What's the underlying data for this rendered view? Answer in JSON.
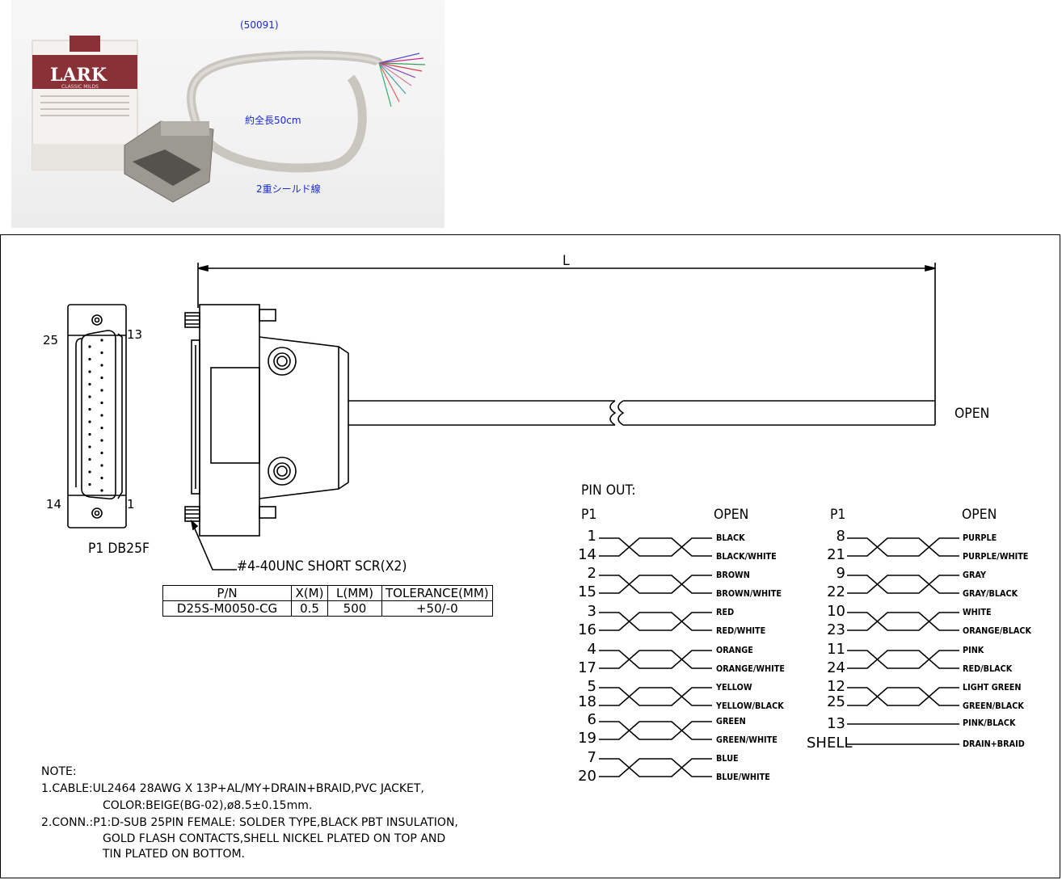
{
  "photo": {
    "part_code": "(50091)",
    "length_note": "約全長50cm",
    "shield_note": "2重シールド線",
    "box_brand": "LARK",
    "box_subtitle": "CLASSIC MILDS"
  },
  "drawing": {
    "length_label": "L",
    "open_label": "OPEN",
    "connector_title": "P1  DB25F",
    "pin_top_left": "25",
    "pin_top_right": "13",
    "pin_bottom_left": "14",
    "pin_bottom_right": "1",
    "screw_note": "#4-40UNC SHORT SCR(X2)"
  },
  "part_table": {
    "headers": [
      "P/N",
      "X(M)",
      "L(MM)",
      "TOLERANCE(MM)"
    ],
    "row": [
      "D25S-M0050-CG",
      "0.5",
      "500",
      "+50/-0"
    ]
  },
  "pinout": {
    "title": "PIN OUT:",
    "col_p1": "P1",
    "col_open": "OPEN",
    "left_pairs": [
      {
        "a": "1",
        "b": "14",
        "ca": "BLACK",
        "cb": "BLACK/WHITE"
      },
      {
        "a": "2",
        "b": "15",
        "ca": "BROWN",
        "cb": "BROWN/WHITE"
      },
      {
        "a": "3",
        "b": "16",
        "ca": "RED",
        "cb": "RED/WHITE"
      },
      {
        "a": "4",
        "b": "17",
        "ca": "ORANGE",
        "cb": "ORANGE/WHITE"
      },
      {
        "a": "5",
        "b": "18",
        "ca": "YELLOW",
        "cb": "YELLOW/BLACK"
      },
      {
        "a": "6",
        "b": "19",
        "ca": "GREEN",
        "cb": "GREEN/WHITE"
      },
      {
        "a": "7",
        "b": "20",
        "ca": "BLUE",
        "cb": "BLUE/WHITE"
      }
    ],
    "right_pairs": [
      {
        "a": "8",
        "b": "21",
        "ca": "PURPLE",
        "cb": "PURPLE/WHITE"
      },
      {
        "a": "9",
        "b": "22",
        "ca": "GRAY",
        "cb": "GRAY/BLACK"
      },
      {
        "a": "10",
        "b": "23",
        "ca": "WHITE",
        "cb": "ORANGE/BLACK"
      },
      {
        "a": "11",
        "b": "24",
        "ca": "PINK",
        "cb": "RED/BLACK"
      },
      {
        "a": "12",
        "b": "25",
        "ca": "LIGHT GREEN",
        "cb": "GREEN/BLACK"
      }
    ],
    "singles": [
      {
        "pin": "13",
        "color": "PINK/BLACK"
      },
      {
        "pin": "SHELL",
        "color": "DRAIN+BRAID"
      }
    ]
  },
  "notes": {
    "title": "NOTE:",
    "line1": "1.CABLE:UL2464 28AWG X 13P+AL/MY+DRAIN+BRAID,PVC JACKET,",
    "line2": "COLOR:BEIGE(BG-02),ø8.5±0.15mm.",
    "line3": "2.CONN.:P1:D-SUB 25PIN FEMALE: SOLDER TYPE,BLACK PBT INSULATION,",
    "line4": "GOLD FLASH CONTACTS,SHELL NICKEL PLATED ON TOP AND",
    "line5": "TIN PLATED ON BOTTOM."
  }
}
